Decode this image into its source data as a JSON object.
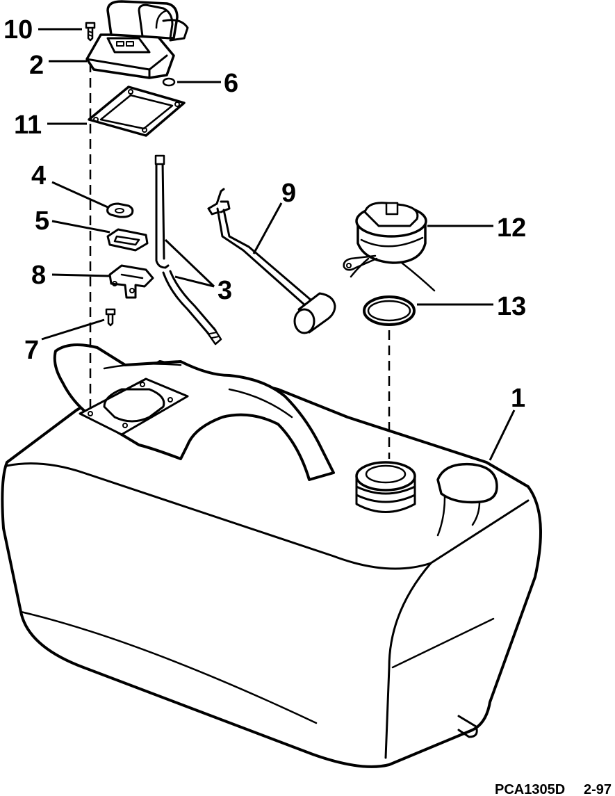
{
  "callouts": {
    "c1": "1",
    "c2": "2",
    "c3": "3",
    "c4": "4",
    "c5": "5",
    "c6": "6",
    "c7": "7",
    "c8": "8",
    "c9": "9",
    "c10": "10",
    "c11": "11",
    "c12": "12",
    "c13": "13"
  },
  "footer": {
    "drawing_id": "PCA1305D",
    "page_ref": "2-97"
  }
}
